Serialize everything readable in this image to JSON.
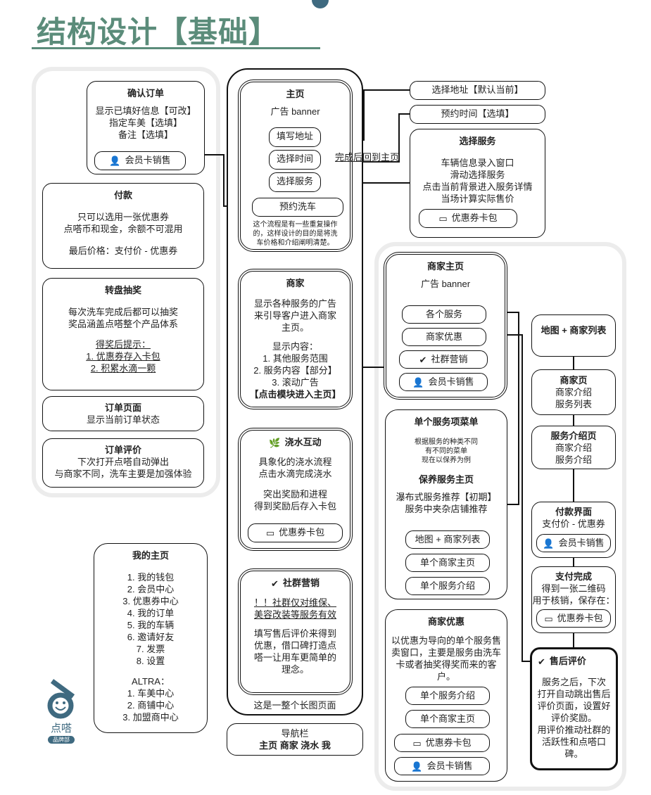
{
  "title": "结构设计【基础】",
  "left": {
    "confirm": {
      "title": "确认订单",
      "lines": [
        "显示已填好信息【可改】",
        "指定车美【选填】",
        "备注【选填】"
      ],
      "button": "会员卡销售"
    },
    "pay": {
      "title": "付款",
      "lines": [
        "只可以选用一张优惠券",
        "点嗒币和现金，余额不可混用"
      ],
      "price": "最后价格：支付价 - 优惠券"
    },
    "lottery": {
      "title": "转盘抽奖",
      "lines": [
        "每次洗车完成后都可以抽奖",
        "奖品涵盖点嗒整个产品体系"
      ],
      "prize_title": "得奖后提示：",
      "prizes": [
        "1. 优惠券存入卡包",
        "2. 积累水滴一颗"
      ]
    },
    "order_page": {
      "title": "订单页面",
      "line": "显示当前订单状态"
    },
    "order_review": {
      "title": "订单评价",
      "lines": [
        "下次打开点嗒自动弹出",
        "与商家不同，洗车主要是加强体验"
      ]
    }
  },
  "center": {
    "home": {
      "title": "主页",
      "banner": "广告 banner",
      "buttons": [
        "填写地址",
        "选择时间",
        "选择服务"
      ],
      "book": "预约洗车",
      "note": "这个流程是有一些重复操作的，这样设计的目的是将洗车价格和介绍阐明清楚。"
    },
    "return_label": "完成后回到主页",
    "merchant": {
      "title": "商家",
      "lines": [
        "显示各种服务的广告",
        "来引导客户进入商家",
        "主页。"
      ],
      "content_title": "显示内容：",
      "items": [
        "1. 其他服务范围",
        "2. 服务内容【部分】",
        "3. 滚动广告"
      ],
      "cta": "【点击模块进入主页】"
    },
    "water": {
      "title": "浇水互动",
      "lines": [
        "具象化的浇水流程",
        "点击水滴完成浇水"
      ],
      "lines2": [
        "突出奖励和进程",
        "得到奖励后存入卡包"
      ],
      "button": "优惠券卡包"
    },
    "community": {
      "title": "社群营销",
      "warn": [
        "！！社群仅对维保、",
        "美容改装等服务有效"
      ],
      "lines": [
        "填写售后评价来得到",
        "优惠，借口碑打造点",
        "嗒一让用车更简单的",
        "理念。"
      ]
    },
    "long_page_label": "这是一整个长图页面",
    "nav": {
      "title": "导航栏",
      "items": "主页 商家 浇水 我"
    }
  },
  "my_home": {
    "title": "我的主页",
    "items": [
      "1. 我的钱包",
      "2. 会员中心",
      "3. 优惠券中心",
      "4. 我的订单",
      "5. 我的车辆",
      "6. 邀请好友",
      "7. 发票",
      "8. 设置"
    ],
    "altra_title": "ALTRA：",
    "altra": [
      "1. 车美中心",
      "2. 商铺中心",
      "3. 加盟商中心"
    ]
  },
  "right_top": {
    "address": "选择地址【默认当前】",
    "time": "预约时间【选填】",
    "service": {
      "title": "选择服务",
      "lines": [
        "车辆信息录入窗口",
        "滑动选择服务",
        "点击当前背景进入服务详情",
        "当场计算实际售价"
      ],
      "button": "优惠券卡包"
    }
  },
  "right": {
    "merchant_home": {
      "title": "商家主页",
      "banner": "广告 banner",
      "buttons": [
        "各个服务",
        "商家优惠",
        "社群营销",
        "会员卡销售"
      ]
    },
    "service_menu": {
      "title": "单个服务项菜单",
      "note": [
        "根据服务的种类不同",
        "有不同的菜单",
        "现在以保养为例"
      ],
      "sub_title": "保养服务主页",
      "lines": [
        "瀑布式服务推荐【初期】",
        "服务中夹杂店铺推荐"
      ],
      "buttons": [
        "地图 + 商家列表",
        "单个商家主页",
        "单个服务介绍"
      ]
    },
    "merchant_discount": {
      "title": "商家优惠",
      "lines": [
        "以优惠为导向的单个服务售",
        "卖窗口，主要是服务由洗车",
        "卡或者抽奖得奖而来的客",
        "户。"
      ],
      "buttons": [
        "单个服务介绍",
        "单个商家主页",
        "优惠券卡包",
        "会员卡销售"
      ]
    },
    "map_list": {
      "title": "地图 + 商家列表"
    },
    "merchant_page": {
      "title": "商家页",
      "lines": [
        "商家介绍",
        "服务列表"
      ]
    },
    "service_intro": {
      "title": "服务介绍页",
      "lines": [
        "商家介绍",
        "服务介绍"
      ]
    },
    "pay_ui": {
      "title": "付款界面",
      "line": "支付价 - 优惠券",
      "button": "会员卡销售"
    },
    "pay_done": {
      "title": "支付完成",
      "lines": [
        "得到一张二维码",
        "用于核销，保存在："
      ],
      "button": "优惠券卡包"
    },
    "after_sale": {
      "title": "售后评价",
      "lines": [
        "服务之后，下次",
        "打开自动跳出售后",
        "评价页面，设置好",
        "评价奖励。",
        "用评价推动社群的",
        "活跃性和点嗒口",
        "碑。"
      ]
    }
  },
  "logo": {
    "name": "点嗒",
    "tag": "品牌部"
  },
  "colors": {
    "accent": "#5b8c7a",
    "logo": "#3f6a80",
    "panel": "#ececec"
  }
}
